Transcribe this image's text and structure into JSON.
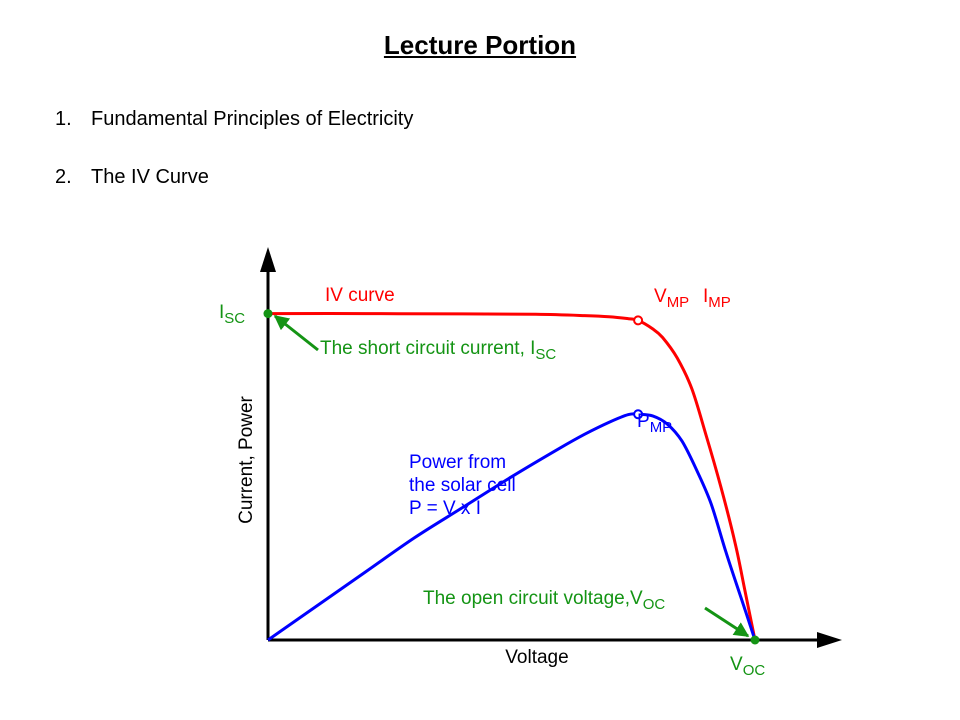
{
  "slide": {
    "title": "Lecture Portion",
    "items": [
      {
        "number": "1.",
        "text": "Fundamental Principles of Electricity"
      },
      {
        "number": "2.",
        "text": "The IV Curve"
      }
    ]
  },
  "colors": {
    "iv_curve": "#ff0000",
    "power_curve": "#0000ff",
    "annotation": "#149414",
    "axis": "#000000"
  },
  "chart_data": {
    "type": "line",
    "title": "",
    "xlabel": "Voltage",
    "ylabel": "Current, Power",
    "xlim": [
      0,
      1
    ],
    "ylim": [
      0,
      1.05
    ],
    "grid": false,
    "series": [
      {
        "name": "IV curve",
        "x": [
          0,
          0.2,
          0.4,
          0.55,
          0.65,
          0.7,
          0.74,
          0.76,
          0.79,
          0.81,
          0.84,
          0.87,
          0.9,
          0.93,
          0.96,
          0.98,
          1.0
        ],
        "y": [
          0.96,
          0.96,
          0.959,
          0.958,
          0.954,
          0.951,
          0.945,
          0.94,
          0.915,
          0.89,
          0.83,
          0.74,
          0.6,
          0.45,
          0.28,
          0.14,
          0.0
        ]
      },
      {
        "name": "Power from the solar cell P = V x I",
        "x": [
          0,
          0.1,
          0.2,
          0.3,
          0.4,
          0.5,
          0.6,
          0.65,
          0.7,
          0.74,
          0.76,
          0.79,
          0.82,
          0.85,
          0.88,
          0.91,
          0.94,
          0.97,
          1.0
        ],
        "y": [
          0,
          0.1,
          0.2,
          0.3,
          0.39,
          0.48,
          0.565,
          0.605,
          0.64,
          0.663,
          0.664,
          0.659,
          0.635,
          0.585,
          0.5,
          0.4,
          0.26,
          0.13,
          0.0
        ]
      }
    ],
    "points": [
      {
        "id": "isc",
        "x": 0,
        "y": 0.96,
        "style": "filled",
        "color": "#149414"
      },
      {
        "id": "imp",
        "x": 0.76,
        "y": 0.94,
        "style": "hollow",
        "color": "#ff0000"
      },
      {
        "id": "pmp",
        "x": 0.76,
        "y": 0.664,
        "style": "hollow",
        "color": "#0000ff"
      },
      {
        "id": "voc",
        "x": 1.0,
        "y": 0.0,
        "style": "filled",
        "color": "#149414"
      }
    ],
    "annotations": {
      "iv_label": "IV curve",
      "isc_main": "I",
      "isc_sub": "SC",
      "short_circuit_main": "The short circuit current, I",
      "short_circuit_sub": "SC",
      "vmp_main": "V",
      "vmp_sub": "MP",
      "imp_main": "I",
      "imp_sub": "MP",
      "pmp_main": "P",
      "pmp_sub": "MP",
      "power_line1": "Power from",
      "power_line2": "the solar cell",
      "power_line3": "P = V x I",
      "open_circuit_main": "The open circuit voltage,V",
      "open_circuit_sub": "OC",
      "voc_main": "V",
      "voc_sub": "OC"
    }
  }
}
